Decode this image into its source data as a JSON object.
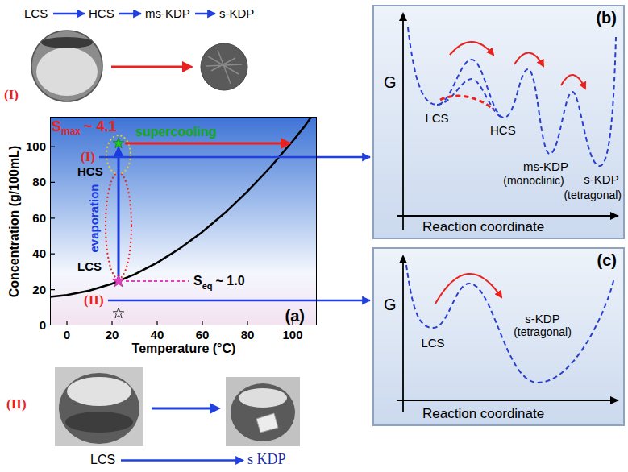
{
  "diagram": {
    "nodes": [
      {
        "text": [
          "LCS"
        ]
      },
      {
        "text": [
          "HCS"
        ]
      },
      {
        "text": [
          "ms-KDP"
        ]
      },
      {
        "text": [
          "s-KDP"
        ]
      },
      {
        "text": [
          "(a)"
        ]
      },
      {
        "text": [
          "(I)"
        ],
        "in": 4
      },
      {
        "text": [
          "(II)"
        ],
        "in": 4
      },
      {
        "text": [
          "(b)"
        ]
      },
      {
        "text": [
          "(c)"
        ]
      },
      {
        "text": [
          "LCS"
        ]
      },
      {
        "text": [
          "s KDP"
        ]
      }
    ],
    "edges": [
      {
        "from": 0,
        "to": 1,
        "arrow": "to"
      },
      {
        "from": 1,
        "to": 2,
        "arrow": "to"
      },
      {
        "from": 2,
        "to": 3,
        "arrow": "to"
      },
      {
        "from": 5,
        "to": 7,
        "arrow": "to"
      },
      {
        "from": 6,
        "to": 8,
        "arrow": "to"
      },
      {
        "from": 9,
        "to": 10,
        "arrow": "to"
      }
    ],
    "labels": [
      "(I)",
      "Concentration (g/100mL)",
      "100",
      "80",
      "60",
      "40",
      "20",
      "0",
      "0",
      "20",
      "40",
      "60",
      "80",
      "100",
      "Temperature (°C)",
      "S",
      "max",
      "~ 4.1",
      "supercooling",
      "evaporation",
      "HCS",
      "LCS",
      "S",
      "eq",
      "~ 1.0",
      "G",
      "LCS",
      "HCS",
      "ms-KDP",
      "(monoclinic)",
      "s-KDP",
      "(tetragonal)",
      "Reaction coordinate",
      "G",
      "LCS",
      "s-KDP",
      "(tetragonal)",
      "Reaction coordinate",
      "(II)"
    ]
  }
}
